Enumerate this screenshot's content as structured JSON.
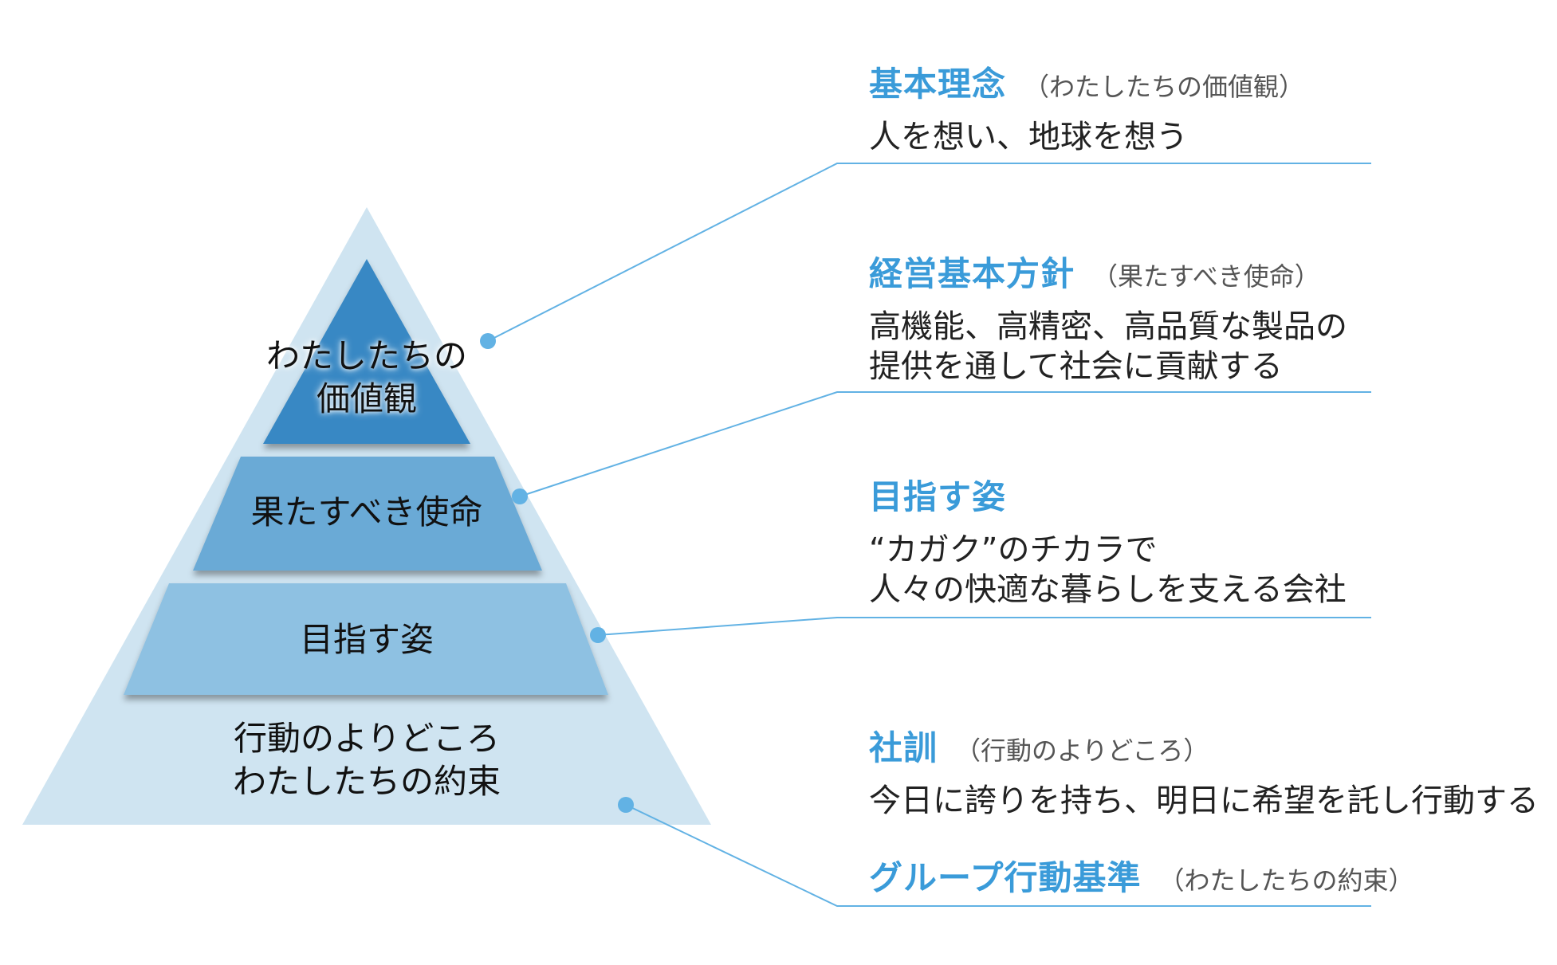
{
  "colors": {
    "outer_triangle": "#cfe4f1",
    "layer_top": "#3888c4",
    "layer_mission": "#6aaad6",
    "layer_vision": "#8ec1e2",
    "accent": "#3a9bd9",
    "connector": "#62b2e4"
  },
  "pyramid": {
    "top": "わたしたちの\n価値観",
    "mission": "果たすべき使命",
    "vision": "目指す姿",
    "base": "行動のよりどころ\nわたしたちの約束"
  },
  "sections": [
    {
      "title": "基本理念",
      "subtitle": "（わたしたちの価値観）",
      "body": "人を想い、地球を想う"
    },
    {
      "title": "経営基本方針",
      "subtitle": "（果たすべき使命）",
      "body": "高機能、高精密、高品質な製品の\n提供を通して社会に貢献する"
    },
    {
      "title": "目指す姿",
      "subtitle": "",
      "body": "“カガク”のチカラで\n人々の快適な暮らしを支える会社"
    },
    {
      "title": "社訓",
      "subtitle": "（行動のよりどころ）",
      "body": "今日に誇りを持ち、明日に希望を託し行動する"
    },
    {
      "title": "グループ行動基準",
      "subtitle": "（わたしたちの約束）",
      "body": ""
    }
  ]
}
